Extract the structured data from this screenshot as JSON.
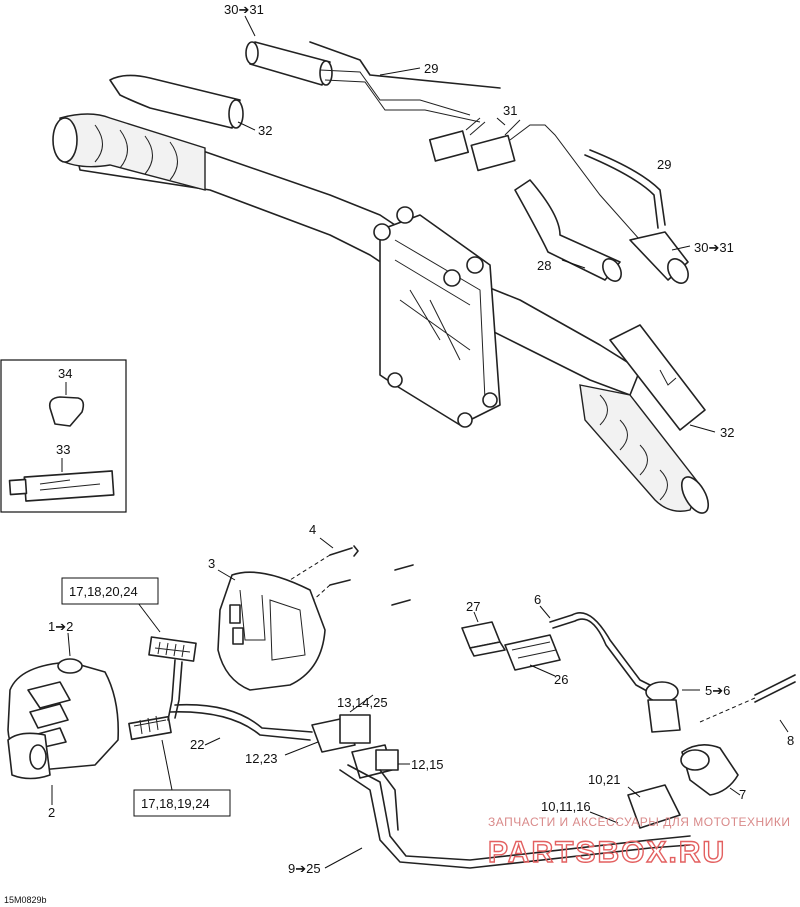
{
  "figure_id": "15M0829b",
  "labels": {
    "l_30_31_top": "30➔31",
    "l_29_top": "29",
    "l_31": "31",
    "l_32_left": "32",
    "l_29_right": "29",
    "l_28": "28",
    "l_30_31_right": "30➔31",
    "l_32_right": "32",
    "l_34": "34",
    "l_33": "33",
    "l_4": "4",
    "l_3": "3",
    "l_27": "27",
    "l_6": "6",
    "l_26": "26",
    "l_1_2": "1➔2",
    "l_13_14_25": "13,14,25",
    "l_5_6": "5➔6",
    "l_8": "8",
    "l_22": "22",
    "l_12_23": "12,23",
    "l_12_15": "12,15",
    "l_7": "7",
    "l_10_21": "10,21",
    "l_10_11_16": "10,11,16",
    "l_2": "2",
    "l_9_25": "9➔25"
  },
  "boxed_labels": {
    "box_top": "17,18,20,24",
    "box_bottom": "17,18,19,24"
  },
  "watermark": {
    "line1": "ЗАПЧАСТИ И АКСЕССУАРЫ ДЛЯ МОТОТЕХНИКИ",
    "line2": "PARTSBOX.RU"
  }
}
